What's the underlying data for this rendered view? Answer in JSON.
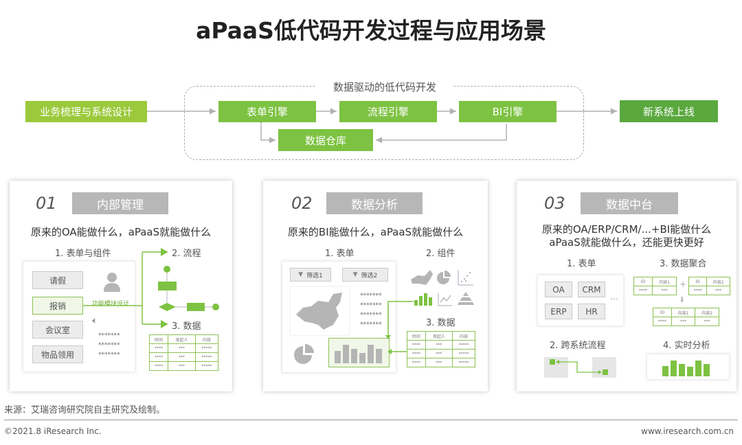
{
  "title": "aPaaS低代码开发过程与应用场景",
  "flow": {
    "group_label": "数据驱动的低代码开发",
    "start": "业务梳理与系统设计",
    "engines": [
      "表单引擎",
      "流程引擎",
      "BI引擎"
    ],
    "warehouse": "数据仓库",
    "end": "新系统上线",
    "colors": {
      "start": "#9bc93b",
      "engine": "#7dc242",
      "end": "#5aa83e"
    }
  },
  "panels": [
    {
      "num": "01",
      "tag": "内部管理",
      "subtitle": "原来的OA能做什么，aPaaS就能做什么",
      "h1": "1. 表单与组件",
      "h2": "2. 流程",
      "h3": "3. 数据",
      "buttons": [
        "请假",
        "报销",
        "会议室",
        "物品领用"
      ],
      "module_label": "功能模块设计",
      "stars": "*******",
      "table": [
        [
          "时间",
          "发起人",
          "内容"
        ],
        [
          "****",
          "***",
          "*****"
        ],
        [
          "****",
          "***",
          "*****"
        ],
        [
          "****",
          "***",
          "*****"
        ]
      ]
    },
    {
      "num": "02",
      "tag": "数据分析",
      "subtitle": "原来的BI能做什么，aPaaS就能做什么",
      "h1": "1. 表单",
      "h2": "2. 组件",
      "h3": "3. 数据",
      "filters": [
        "筛选1",
        "筛选2"
      ],
      "stars": "*******",
      "table": [
        [
          "时间",
          "发起人",
          "内容"
        ],
        [
          "****",
          "***",
          "*****"
        ],
        [
          "****",
          "***",
          "*****"
        ],
        [
          "****",
          "***",
          "*****"
        ]
      ]
    },
    {
      "num": "03",
      "tag": "数据中台",
      "subtitle1": "原来的OA/ERP/CRM/...+BI能做什么",
      "subtitle2": "aPaaS就能做什么，还能更快更好",
      "h1": "1. 表单",
      "h2": "2. 跨系统流程",
      "h3": "3. 数据聚合",
      "h4": "4. 实时分析",
      "systems": [
        "OA",
        "CRM",
        "ERP",
        "HR"
      ],
      "ellipsis": "...",
      "plus": "+",
      "t1": [
        [
          "ID",
          "内容1"
        ],
        [
          "****",
          "***"
        ]
      ],
      "t2": [
        [
          "ID",
          "内容2"
        ],
        [
          "****",
          "***"
        ]
      ],
      "t3": [
        [
          "ID",
          "内容1",
          "内容2"
        ],
        [
          "****",
          "***",
          "***"
        ]
      ]
    }
  ],
  "source": "来源：艾瑞咨询研究院自主研究及绘制。",
  "copyright": "©2021.8 iResearch Inc.",
  "website": "www.iresearch.com.cn"
}
